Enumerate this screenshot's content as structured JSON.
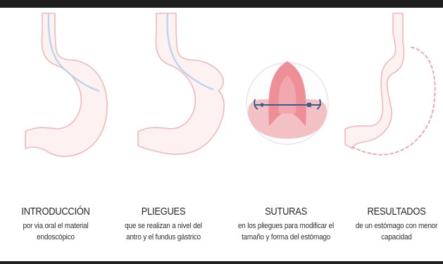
{
  "colors": {
    "stomach_fill": "#fdf1f1",
    "stomach_outline": "#f0b9b9",
    "tube": "#b9d6ec",
    "tissue_pink": "#f0a7ad",
    "tissue_dark": "#ee8f98",
    "suture_blue": "#3a5f8a"
  },
  "steps": [
    {
      "title": "INTRODUCCIÓN",
      "desc_line1": "por via oral el material",
      "desc_line2": "endoscópico"
    },
    {
      "title": "PLIEGUES",
      "desc_line1": "que se realizan a nivel del",
      "desc_line2": "antro y el fundus gástrico"
    },
    {
      "title": "SUTURAS",
      "desc_line1": "en los pliegues para modificar el",
      "desc_line2": "tamaño y forma del estómago"
    },
    {
      "title": "RESULTADOS",
      "desc_line1": "de un estómago con menor",
      "desc_line2": "capacidad"
    }
  ]
}
